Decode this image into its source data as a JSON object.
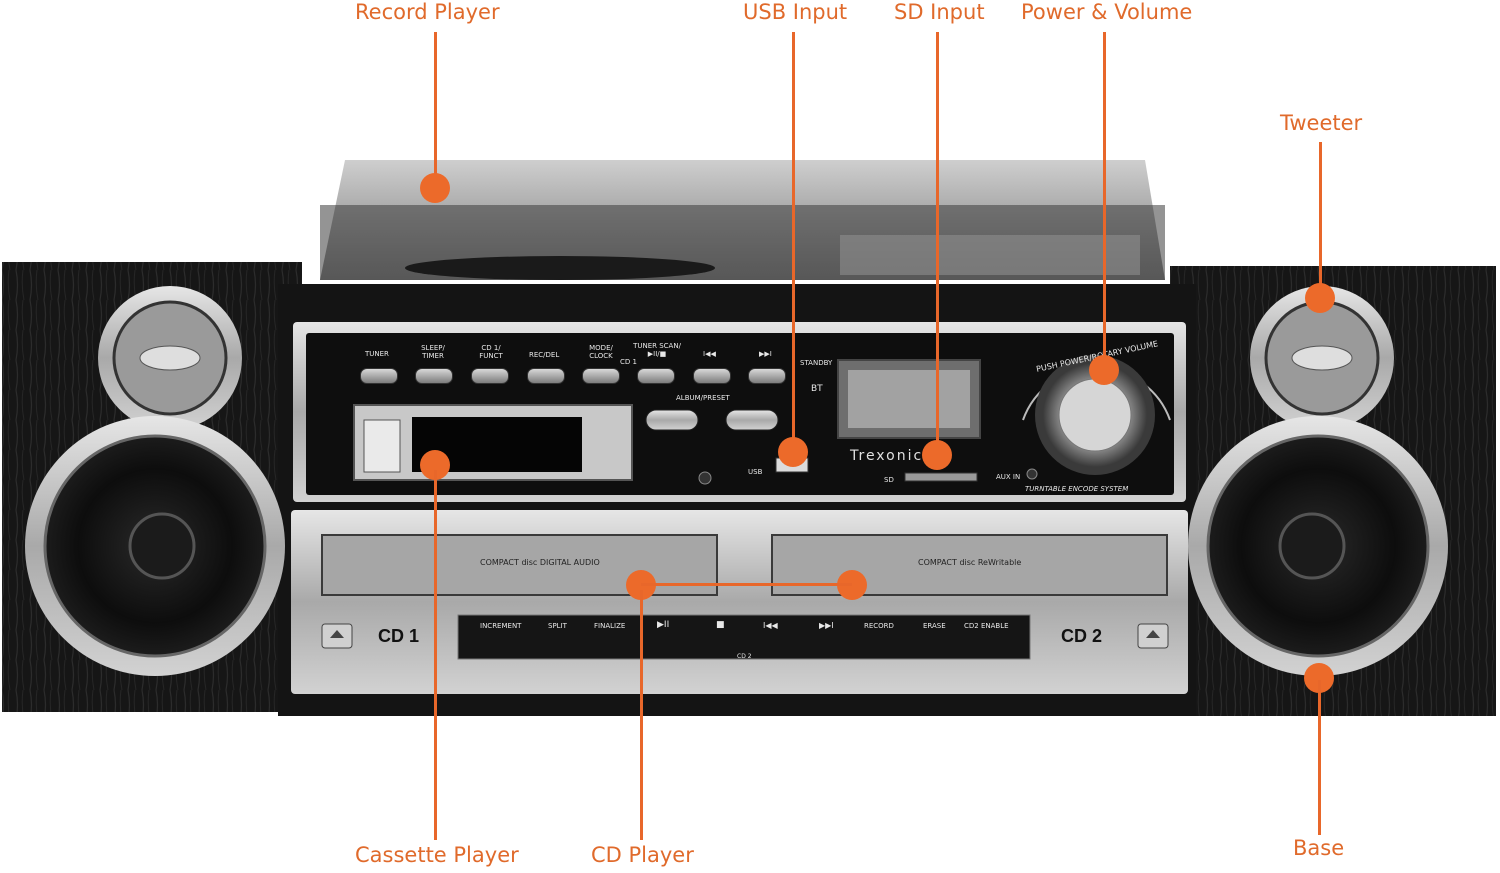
{
  "callouts": {
    "record_player": "Record Player",
    "usb_input": "USB Input",
    "sd_input": "SD Input",
    "power_volume": "Power & Volume",
    "tweeter": "Tweeter",
    "cassette_player": "Cassette Player",
    "cd_player": "CD Player",
    "base": "Base"
  },
  "device": {
    "brand": "Trexonic",
    "panel_buttons": [
      "TUNER",
      "SLEEP/ TIMER",
      "CD 1/ FUNCT",
      "REC/DEL",
      "MODE/ CLOCK",
      "TUNER SCAN/ ▶II/■",
      "I◀◀",
      "▶▶I"
    ],
    "cd1_caption": "CD 1",
    "album_preset": "ALBUM/PRESET",
    "standby": "STANDBY",
    "bt": "BT",
    "usb": "USB",
    "sd": "SD",
    "aux_in": "AUX IN",
    "knob_text": "PUSH POWER/ROTARY VOLUME",
    "system_text": "TURNTABLE ENCODE SYSTEM",
    "cd1_label": "CD 1",
    "cd2_label": "CD 2",
    "cd2_caption": "CD 2",
    "cd_logo_left": "COMPACT disc DIGITAL AUDIO",
    "cd_logo_right": "COMPACT disc ReWritable",
    "cd2_buttons": [
      "INCREMENT",
      "SPLIT",
      "FINALIZE",
      "▶II",
      "■",
      "I◀◀",
      "▶▶I",
      "RECORD",
      "ERASE",
      "CD2 ENABLE"
    ]
  },
  "colors": {
    "accent": "#e8672a",
    "cabinet": "#141414",
    "silver": "#b8b8b8"
  }
}
